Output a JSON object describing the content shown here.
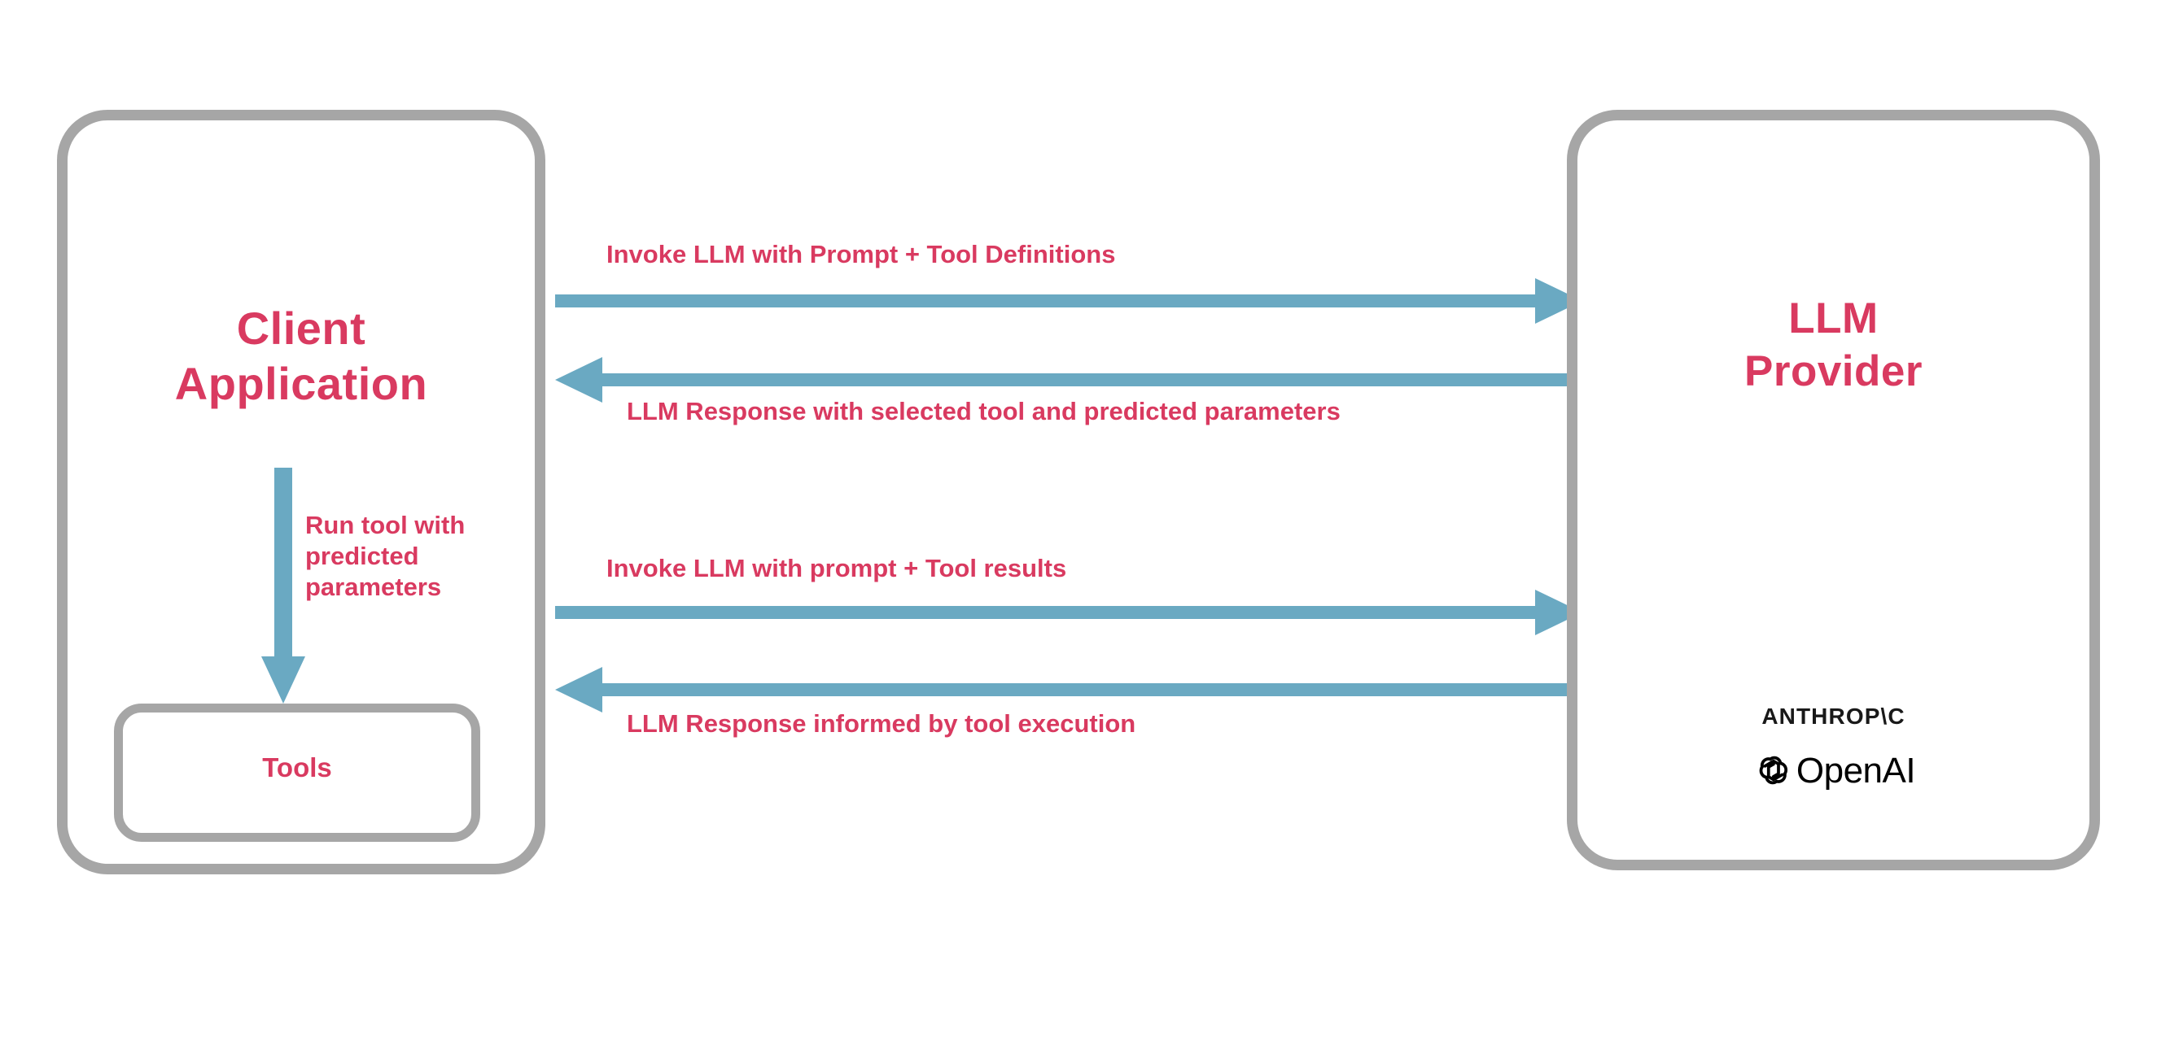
{
  "diagram": {
    "title": "LLM tool-calling flow between a client application and an LLM provider",
    "colors": {
      "text_accent": "#d93a60",
      "arrow": "#6aa9c2",
      "box_border": "#a6a6a6",
      "logo_text": "#191919",
      "background": "#ffffff"
    }
  },
  "client": {
    "title": "Client\nApplication",
    "tools": {
      "label": "Tools"
    },
    "internal_flow": {
      "label": "Run tool with predicted parameters",
      "direction": "down"
    }
  },
  "provider": {
    "title": "LLM\nProvider",
    "logos": [
      {
        "name": "anthropic-logo",
        "text": "ANTHROP\\C"
      },
      {
        "name": "openai-logo",
        "text": "OpenAI"
      }
    ]
  },
  "flows": [
    {
      "id": "invoke-with-tool-definitions",
      "label": "Invoke LLM with Prompt + Tool Definitions",
      "direction": "right"
    },
    {
      "id": "response-with-selected-tool",
      "label": "LLM Response with selected tool and predicted parameters",
      "direction": "left"
    },
    {
      "id": "invoke-with-tool-results",
      "label": "Invoke LLM with prompt + Tool results",
      "direction": "right"
    },
    {
      "id": "response-informed-by-tool",
      "label": "LLM Response informed by tool execution",
      "direction": "left"
    }
  ]
}
